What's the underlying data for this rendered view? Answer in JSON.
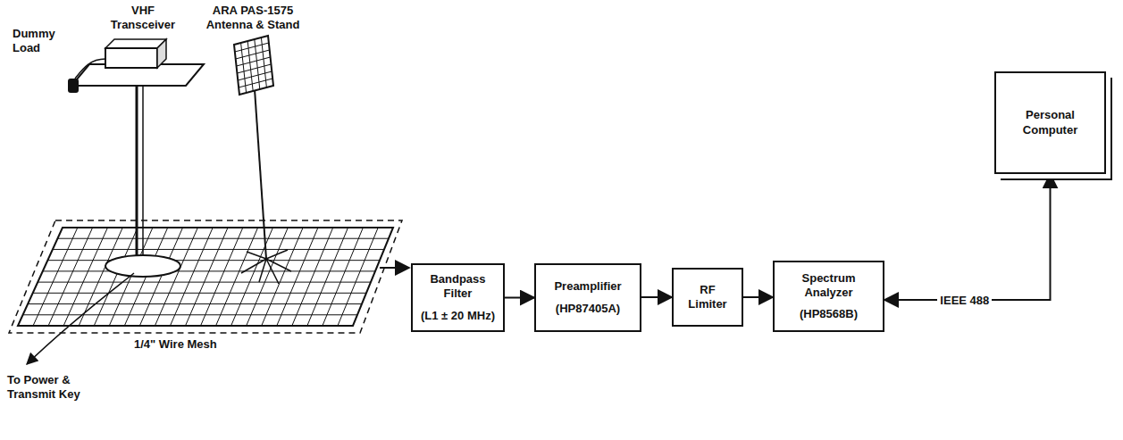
{
  "diagram": {
    "nodes": [
      {
        "text": [
          "Bandpass Filter",
          "(L1 ± 20 MHz)"
        ]
      },
      {
        "text": [
          "Preamplifier",
          "(HP87405A)"
        ]
      },
      {
        "text": [
          "RF Limiter"
        ]
      },
      {
        "text": [
          "Spectrum Analyzer",
          "(HP8568B)"
        ]
      },
      {
        "text": [
          "Personal Computer"
        ]
      }
    ],
    "edges": [
      {
        "from": 0,
        "to": 1,
        "arrow": "to"
      },
      {
        "from": 1,
        "to": 2,
        "arrow": "to"
      },
      {
        "from": 2,
        "to": 3,
        "arrow": "to"
      },
      {
        "from": 3,
        "to": 4,
        "label": "IEEE 488",
        "arrow": "both"
      }
    ],
    "labels": [
      "VHF Transceiver",
      "Dummy Load",
      "ARA PAS-1575 Antenna & Stand",
      "1/4\" Wire Mesh",
      "To Power & Transmit Key"
    ]
  }
}
